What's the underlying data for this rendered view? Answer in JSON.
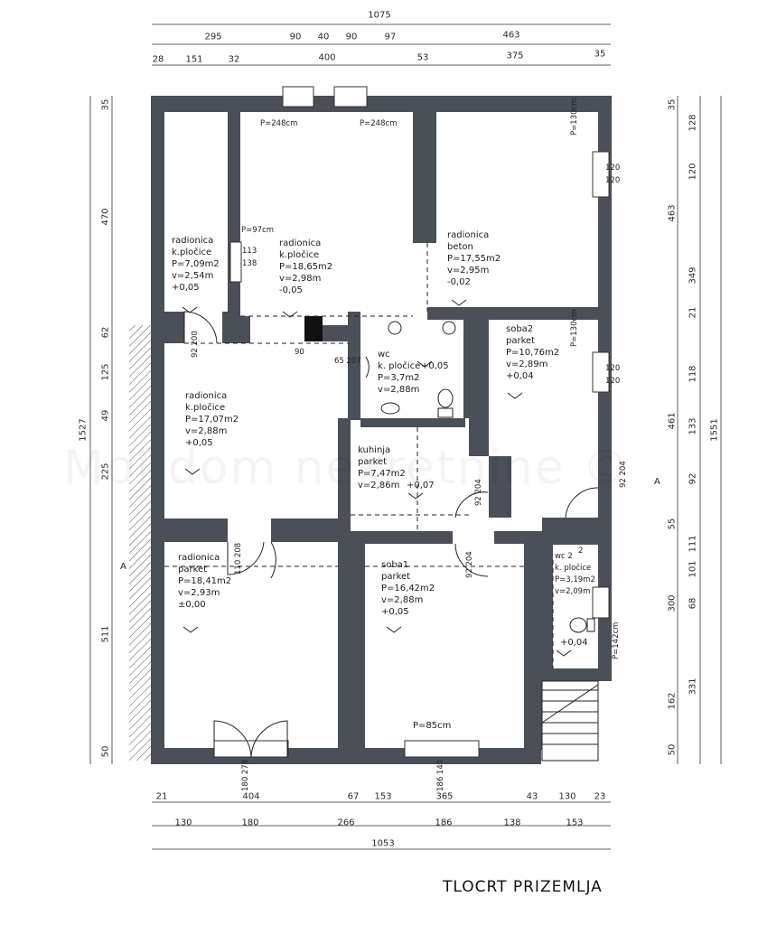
{
  "title": "TLOCRT PRIZEMLJA",
  "watermark": "Moj dom nekretnine ©",
  "top_dims": {
    "total": "1075",
    "row2": [
      "295",
      "90",
      "40",
      "90",
      "97",
      "463"
    ],
    "row3": [
      "28",
      "151",
      "32",
      "400",
      "53",
      "375",
      "35"
    ]
  },
  "bottom_dims": {
    "row1": [
      "21",
      "404",
      "67",
      "153",
      "365",
      "43",
      "130",
      "23"
    ],
    "row2": [
      "130",
      "180",
      "266",
      "186",
      "138",
      "153"
    ],
    "total": "1053"
  },
  "left_dims": {
    "total": "1527",
    "parts": [
      "35",
      "470",
      "62",
      "125",
      "49",
      "225",
      "511",
      "50"
    ]
  },
  "right_dims": {
    "outer": "1551",
    "col1": [
      "35",
      "463",
      "461",
      "300",
      "331"
    ],
    "col2": [
      "128",
      "120",
      "349",
      "21",
      "118",
      "133",
      "92",
      "111",
      "101",
      "68",
      "162",
      "50"
    ],
    "col_mid": [
      "55"
    ]
  },
  "rooms": [
    {
      "name": "radionica",
      "floor": "k.pločice",
      "area": "P=7,09m2",
      "height": "v=2,54m",
      "level": "+0,05"
    },
    {
      "name": "radionica",
      "floor": "k.pločice",
      "area": "P=18,65m2",
      "height": "v=2,98m",
      "level": "-0,05"
    },
    {
      "name": "radionica",
      "floor": "beton",
      "area": "P=17,55m2",
      "height": "v=2,95m",
      "level": "-0,02"
    },
    {
      "name": "radionica",
      "floor": "k.pločice",
      "area": "P=17,07m2",
      "height": "v=2,88m",
      "level": "+0,05"
    },
    {
      "name": "wc",
      "floor": "k. pločice",
      "area": "P=3,7m2",
      "height": "v=2,88m",
      "level": "+0,05"
    },
    {
      "name": "soba2",
      "floor": "parket",
      "area": "P=10,76m2",
      "height": "v=2,89m",
      "level": "+0,04"
    },
    {
      "name": "kuhinja",
      "floor": "parket",
      "area": "P=7,47m2",
      "height": "v=2,86m",
      "level": "+0,07"
    },
    {
      "name": "radionica",
      "floor": "parket",
      "area": "P=18,41m2",
      "height": "v=2,93m",
      "level": "±0,00"
    },
    {
      "name": "soba1",
      "floor": "parket",
      "area": "P=16,42m2",
      "height": "v=2,88m",
      "level": "+0,05"
    },
    {
      "name": "wc 2",
      "floor": "k. pločice",
      "area": "P=3,19m2",
      "height": "v=2,09m",
      "level": "+0,04"
    }
  ],
  "openings": {
    "p248a": "P=248cm",
    "p248b": "P=248cm",
    "p130a": "P=130cm",
    "p97": "P=97cm",
    "p130b": "P=130cm",
    "p142": "P=142cm",
    "p85": "P=85cm",
    "w113": "113",
    "w138": "138",
    "w120a": "120",
    "w120b": "120",
    "w120c": "120",
    "w120d": "120",
    "d92_200": "92 200",
    "d65_207": "65 207",
    "d92_204a": "92 204",
    "d92_204b": "92 204",
    "d110_208": "110 208",
    "d180_278": "180 278",
    "d186_140": "186 140",
    "d90": "90",
    "w2_top": "2",
    "section": "A"
  }
}
